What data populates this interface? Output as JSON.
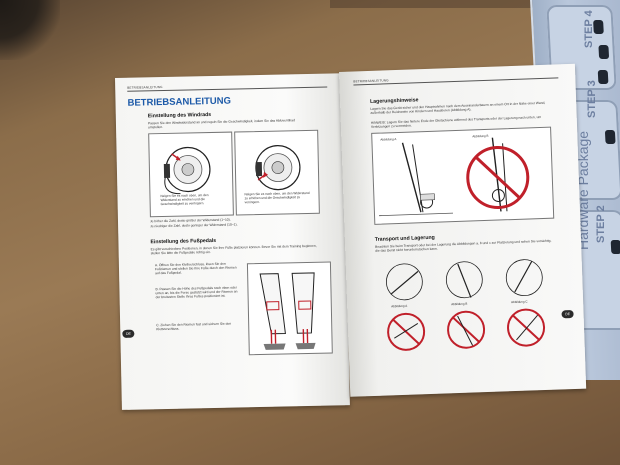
{
  "left_page": {
    "running_head": "BETRIEBSANLEITUNG",
    "title": "BETRIEBSANLEITUNG",
    "section1": {
      "heading": "Einstellung des Windrads",
      "intro": "Passen Sie den Windwiderstand an und regeln Sie die Geschwindigkeit, indem Sie das Abluventilrad umstellen.",
      "caption": "Neigen Sie es nach oben, um den Widerstand zu erhöhen und die Geschwindigkeit zu verringern.",
      "caption2": "Neigen Sie es nach oben, um den Widerstand zu erhöhen und die Geschwindigkeit zu verringern.",
      "note1": "Je höher die Zahl, desto größer der Widerstand (1–10).",
      "note2": "Je niedriger die Zahl, desto geringer der Widerstand (10–1)."
    },
    "section2": {
      "heading": "Einstellung des Fußpedals",
      "intro": "Es gibt verschiedene Positionen, in denen Sie Ihre Füße platzieren können. Bevor Sie mit dem Training beginnen, stellen Sie bitte die Fußpedale richtig ein.",
      "steps": [
        "A. Öffnen Sie den Klettverschluss, lösen Sie den Fußriemen und stellen Sie Ihre Füße durch den Riemen auf das Fußpedal.",
        "B. Passen Sie die Höhe des Fußpedals nach oben oder unten an, bis die Ferse gestützt wird und der Riemen an der breitesten Stelle Ihres Fußes positioniert ist.",
        "C. Ziehen Sie den Riemen fest und sichern Sie den Klettverschluss."
      ]
    },
    "page_number": "DE"
  },
  "right_page": {
    "running_head": "BETRIEBSANLEITUNG",
    "section1": {
      "heading": "Lagerungshinweise",
      "text": "Lagern Sie das Gerät sicher und den Hauptrahmen nach dem Auseinanderbauen an einem Ort in der Nähe einer Wand, außerhalb der Reichweite von Kindern und Haustieren (Abbildung A).",
      "warning": "HINWEIS: Lagern Sie das hintere Ende der Gleitschiene während des Transports oder der Lagerung nach unten, um Verletzungen zu vermeiden.",
      "fig_a": "Abbildung A",
      "fig_b": "Abbildung B"
    },
    "section2": {
      "heading": "Transport und Lagerung",
      "text": "Beachten Sie beim Transport oder bei der Lagerung die Abbildungen a, b und c zur Platzierung und sehen Sie vorsichtig, die das Gerät nicht herunterrutschen kann.",
      "fig_labels": [
        "Abbildung A",
        "Abbildung B",
        "Abbildung C"
      ]
    },
    "page_number": "DE"
  },
  "hardware": {
    "title": "Hardware Package",
    "steps": [
      "STEP 4",
      "STEP 3",
      "STEP 2"
    ]
  },
  "colors": {
    "title_blue": "#1d5aa8",
    "warning_red": "#c0202a",
    "page_badge": "#2b2b2b"
  }
}
